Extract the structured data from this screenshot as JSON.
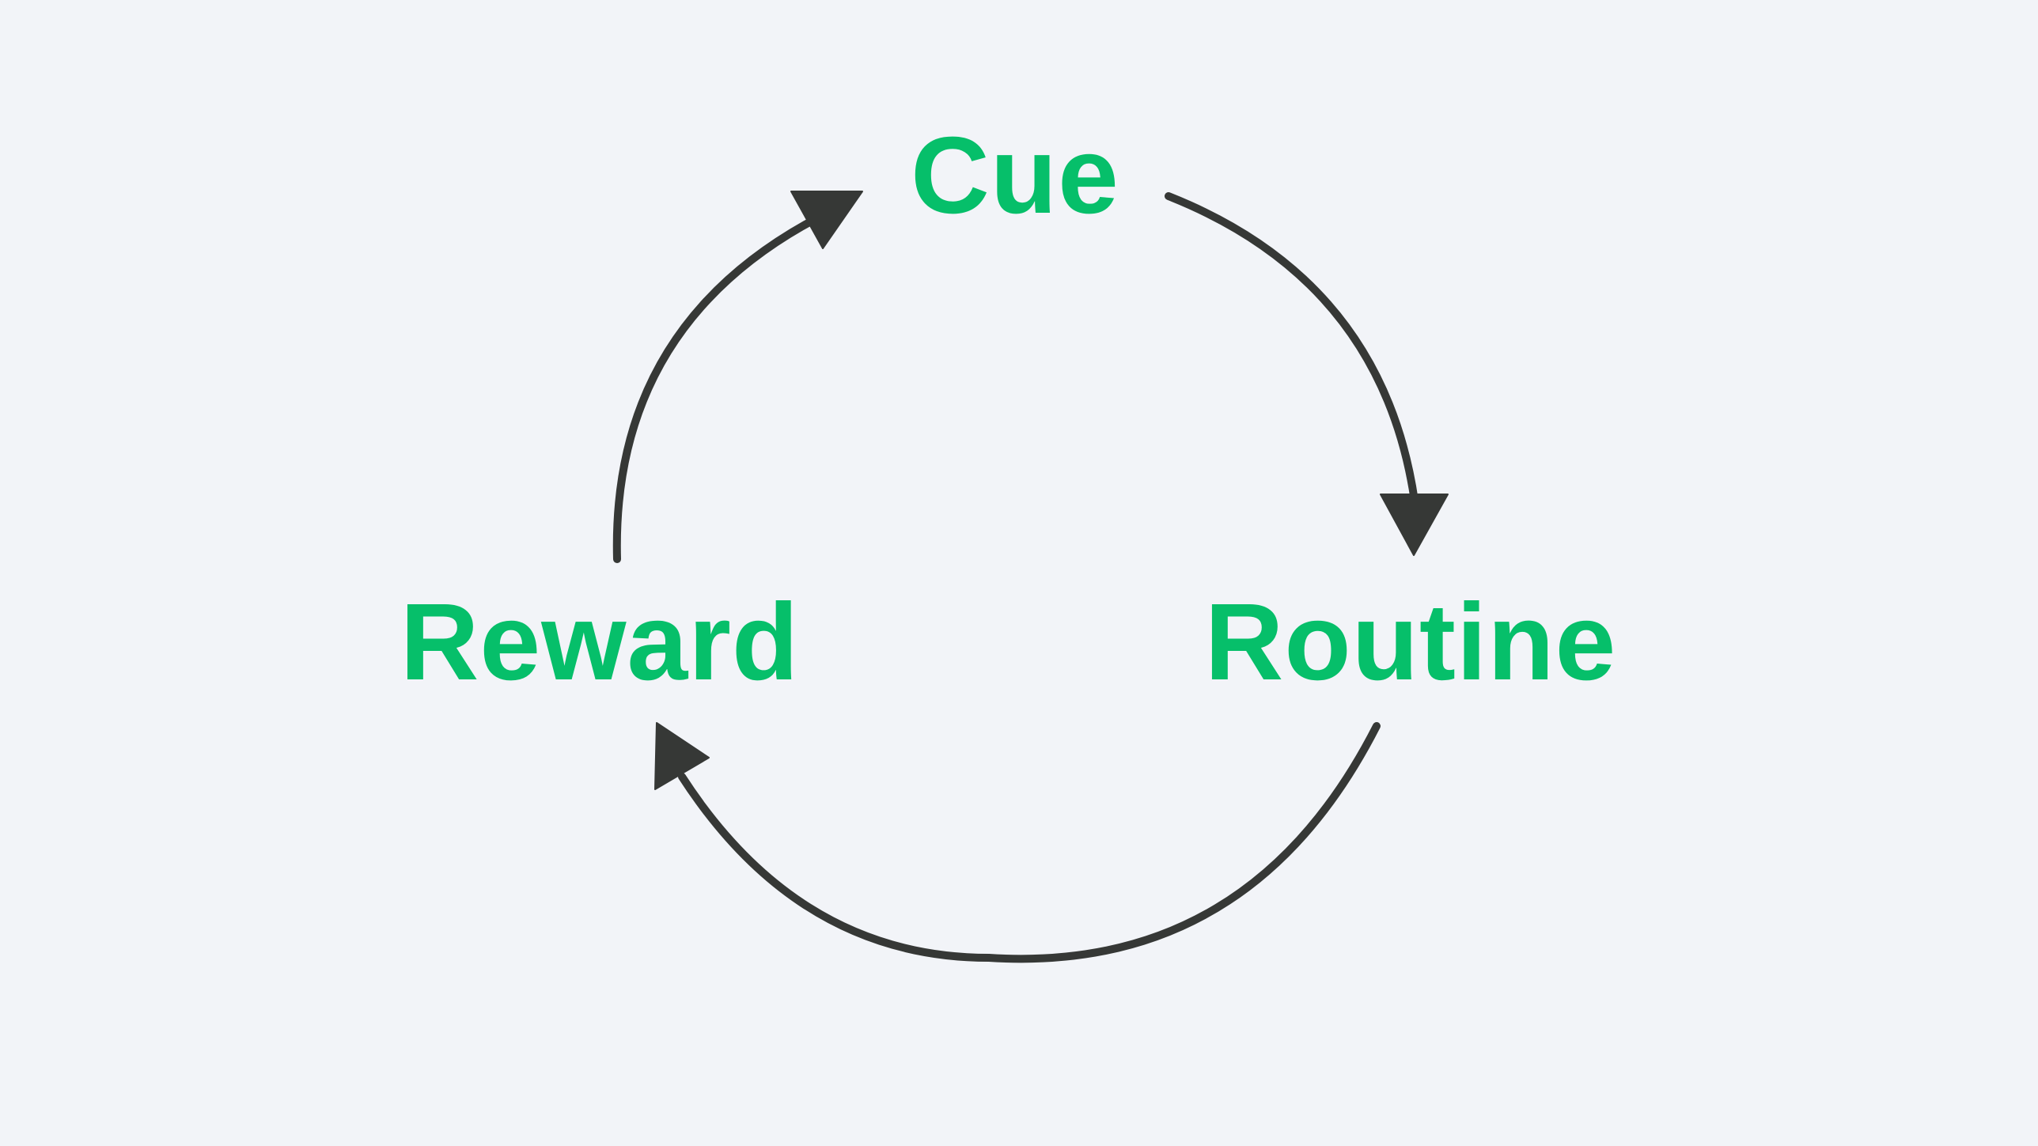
{
  "diagram": {
    "nodes": [
      {
        "id": "cue",
        "label": "Cue"
      },
      {
        "id": "routine",
        "label": "Routine"
      },
      {
        "id": "reward",
        "label": "Reward"
      }
    ],
    "edges": [
      {
        "from": "cue",
        "to": "routine"
      },
      {
        "from": "routine",
        "to": "reward"
      },
      {
        "from": "reward",
        "to": "cue"
      }
    ]
  },
  "colors": {
    "background": "#f2f4f8",
    "label": "#06bf6a",
    "arrow": "#363836"
  }
}
